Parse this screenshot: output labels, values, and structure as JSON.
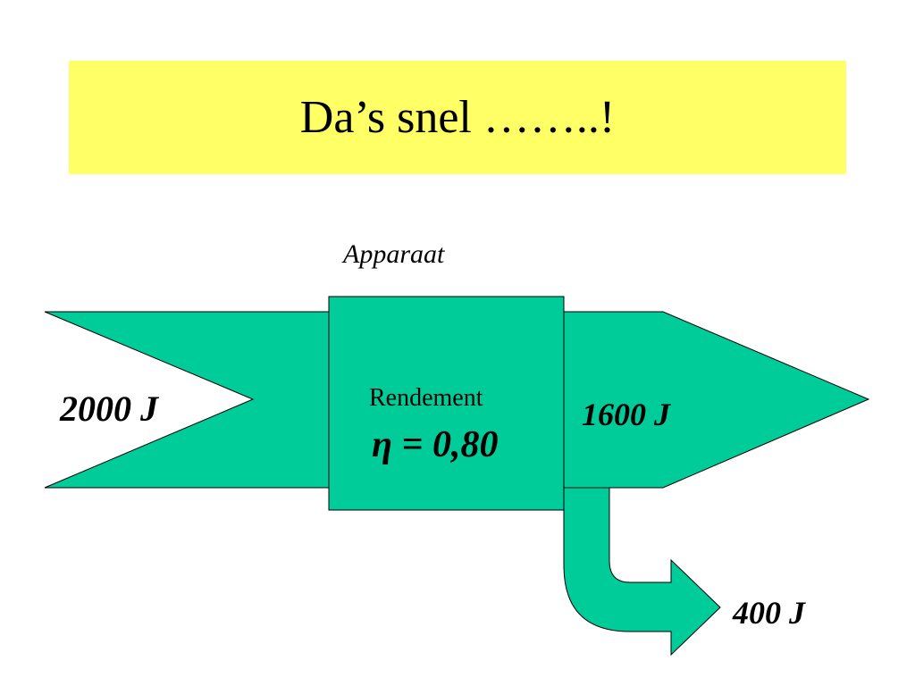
{
  "slide": {
    "title": "Da’s snel ……..!",
    "title_background": "#ffff66"
  },
  "diagram": {
    "fill_color": "#00cc99",
    "device_label": "Apparaat",
    "input_label": "2000 J",
    "efficiency_word": "Rendement",
    "efficiency_formula": "η = 0,80",
    "output_label": "1600 J",
    "loss_label": "400 J"
  }
}
